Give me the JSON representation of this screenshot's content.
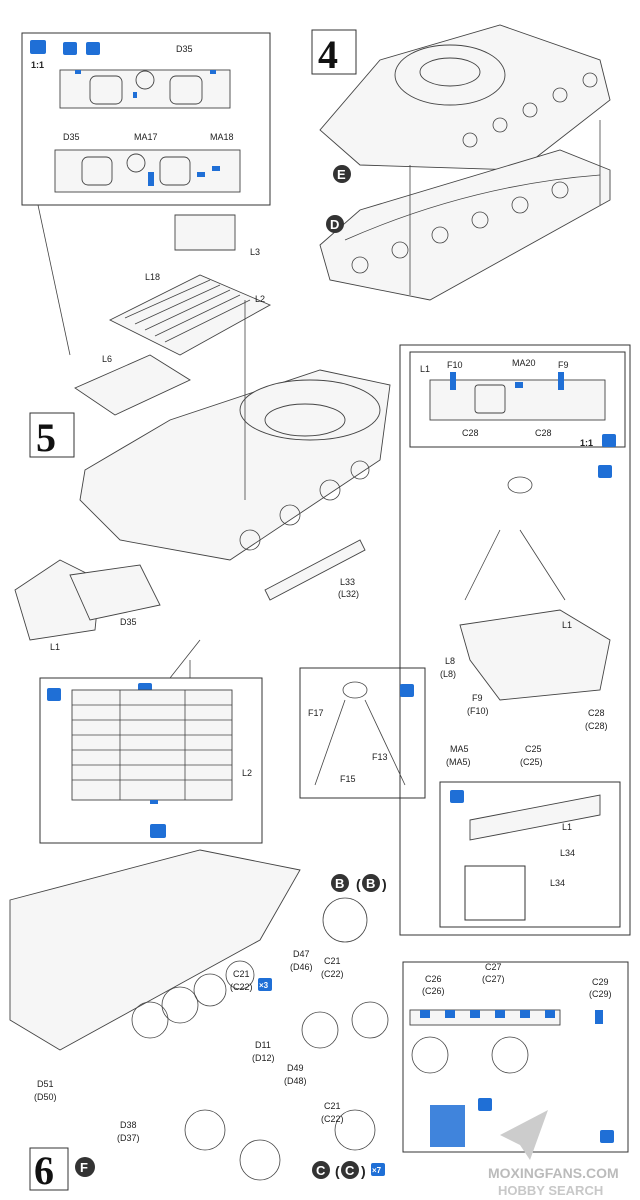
{
  "steps": {
    "s4": "4",
    "s5": "5",
    "s6": "6"
  },
  "scale": {
    "a": "1:1",
    "b": "1:1"
  },
  "labels": {
    "D35_top": "D35",
    "D35_mid": "D35",
    "MA17": "MA17",
    "MA18": "MA18",
    "L3": "L3",
    "L18": "L18",
    "L2": "L2",
    "L6": "L6",
    "L33": "L33",
    "L32": "(L32)",
    "D35_low": "D35",
    "L1_left": "L1",
    "L2_insert": "L2",
    "L1_r": "L1",
    "F10": "F10",
    "MA20": "MA20",
    "F9": "F9",
    "C28_a": "C28",
    "C28_b": "C28",
    "L1_mid": "L1",
    "L8": "L8",
    "L8p": "(L8)",
    "F9b": "F9",
    "F10p": "(F10)",
    "C28c": "C28",
    "C28p": "(C28)",
    "MA5": "MA5",
    "MA5p": "(MA5)",
    "C25": "C25",
    "C25p": "(C25)",
    "F17": "F17",
    "F13": "F13",
    "F15": "F15",
    "L1_box": "L1",
    "L34a": "L34",
    "L34b": "L34",
    "B1": "B",
    "B2": "B",
    "D47": "D47",
    "D46": "(D46)",
    "C21a": "C21",
    "C22a": "(C22)",
    "C21b": "C21",
    "C22b": "(C22)",
    "D11": "D11",
    "D12": "(D12)",
    "D49": "D49",
    "D48": "(D48)",
    "C21c": "C21",
    "C22c": "(C22)",
    "D51": "D51",
    "D50": "(D50)",
    "D38": "D38",
    "D37": "(D37)",
    "C1": "C",
    "C2": "C",
    "x3": "×3",
    "x7": "×7",
    "C26": "C26",
    "C26p": "(C26)",
    "C27": "C27",
    "C27p": "(C27)",
    "C29": "C29",
    "C29p": "(C29)",
    "E": "E",
    "D": "D",
    "F": "F"
  },
  "watermark": {
    "line1": "MOXINGFANS.COM",
    "line2": "HOBBY SEARCH"
  },
  "colors": {
    "accent": "#1f6fd6",
    "ink": "#222222"
  }
}
